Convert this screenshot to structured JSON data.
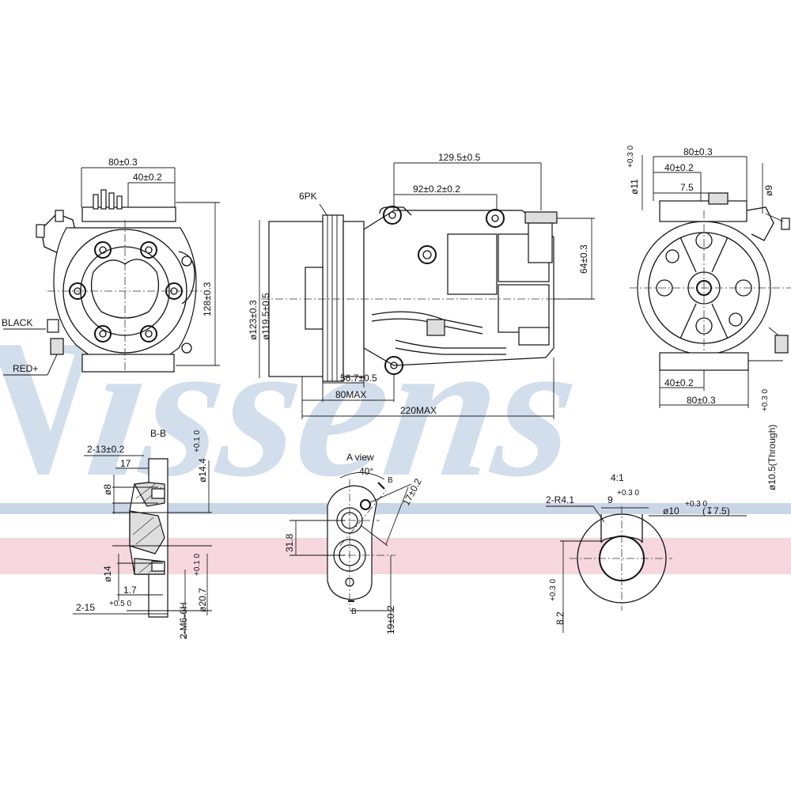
{
  "watermark": {
    "text": "Nissens",
    "band_blue": "#b9c9dd",
    "band_pink": "#f2cfd6",
    "text_color": "#c3d4e6"
  },
  "front_view": {
    "dim_width_top": "80±0.3",
    "dim_width_inner": "40±0.2",
    "dim_height": "128±0.3",
    "wire_black": "BLACK",
    "wire_red": "RED+"
  },
  "side_view": {
    "belt": "6PK",
    "dim_overall_top": "129.5±0.5",
    "dim_port": "92±0.2±0.2",
    "dim_port_height": "64±0.3",
    "dim_pulley_outer": "ø123±0.3",
    "dim_pulley_inner": "ø119.5±0.5",
    "dim_front": "56.7±0.5",
    "dim_max_front": "80MAX",
    "dim_max_total": "220MAX"
  },
  "rear_view": {
    "dim_width_top": "80±0.3",
    "dim_inner_top": "40±0.2",
    "dim_port_offset": "7.5",
    "dim_port_small": "ø11",
    "dim_port_tol": "+0.3 0",
    "dim_port_big": "ø9",
    "dim_inner_bottom": "40±0.2",
    "dim_width_bottom": "80±0.3",
    "dim_through": "ø10.5(Through)",
    "dim_through_tol": "+0.3 0"
  },
  "section_bb": {
    "title": "B-B",
    "dim_a": "2-13±0.2",
    "dim_b": "17",
    "dim_c": "ø8",
    "dim_d": "ø14.4",
    "dim_d_tol": "+0.1 0",
    "dim_e": "ø14",
    "dim_f": "1.7",
    "dim_g": "2-15",
    "dim_g_tol": "+0.5 0",
    "dim_h": "2-M6-6H",
    "dim_i": "ø20.7",
    "dim_i_tol": "+0.1 0"
  },
  "view_a": {
    "title": "A view",
    "angle": "40°",
    "label_b_top": "B",
    "label_b_bottom": "B",
    "dim_a": "17±0.2",
    "dim_b": "31.8",
    "dim_c": "19±0.2"
  },
  "detail_41": {
    "scale": "4:1",
    "dim_r": "2-R4.1",
    "dim_w": "9",
    "dim_w_tol": "+0.3 0",
    "dim_d": "ø10",
    "dim_d_tol": "+0.3 0",
    "dim_depth": "(↧7.5)",
    "dim_h": "8.2",
    "dim_h_tol": "+0.3 0"
  }
}
